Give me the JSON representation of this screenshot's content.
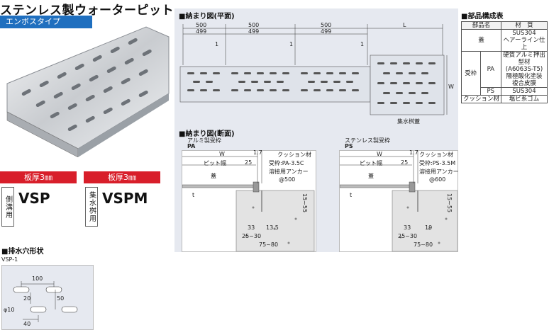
{
  "title": "ステンレス製ウォーターピット",
  "type_badge": "エンボスタイプ",
  "products": [
    {
      "thickness": "板厚3㎜",
      "category": "側溝用",
      "name": "VSP"
    },
    {
      "thickness": "板厚3㎜",
      "category": "集水桝用",
      "name": "VSPM"
    }
  ],
  "drain_hole": {
    "heading": "■排水穴形状",
    "model": "VSP-1",
    "dims": {
      "d100": "100",
      "d20": "20",
      "d50": "50",
      "d40": "40",
      "label_phi": "φ10"
    }
  },
  "plan_view": {
    "heading": "■納まり図(平面)",
    "spans": [
      {
        "top": "500",
        "bottom": "499"
      },
      {
        "top": "500",
        "bottom": "499"
      },
      {
        "top": "500",
        "bottom": "499"
      }
    ],
    "l_label": "L",
    "gap_label": "1",
    "w_label": "W",
    "basin_label": "集水桝蓋"
  },
  "section_view": {
    "heading": "■納まり図(断面)",
    "left": {
      "subtitle": "アルミ製受枠",
      "code": "PA",
      "w": "W",
      "dim17": "1.7",
      "pit_width": "ピット幅",
      "dim25": "25",
      "lid": "蓋",
      "t": "t",
      "cushion": "クッション材",
      "frame": "受枠:PA-3.5C",
      "anchor": "溶接用アンカー",
      "pitch": "@500",
      "dim15": "15~55",
      "dim33": "33",
      "dim135": "13.5",
      "dim2530": "25~30",
      "dim7580": "75~80"
    },
    "right": {
      "subtitle": "ステンレス製受枠",
      "code": "PS",
      "w": "W",
      "dim17": "1.7",
      "pit_width": "ピット幅",
      "dim25": "25",
      "lid": "蓋",
      "t": "t",
      "cushion": "クッション材",
      "frame": "受枠:PS-3.5M",
      "anchor": "溶接用アンカー",
      "pitch": "@600",
      "dim15": "15~55",
      "dim33": "33",
      "dim19": "19",
      "dim2530": "25~30",
      "dim7580": "75~80"
    }
  },
  "parts_table": {
    "heading": "■部品構成表",
    "headers": [
      "部品名",
      "材　質"
    ],
    "rows": [
      {
        "part": "蓋",
        "sub": "",
        "material": [
          "SUS304",
          "ヘアーライン仕上"
        ]
      },
      {
        "part": "受枠",
        "sub": "PA",
        "material": [
          "硬質アルミ押出型材",
          "(A6063S-T5)",
          "陽極酸化塗装",
          "複合皮膜"
        ]
      },
      {
        "part": "",
        "sub": "PS",
        "material": [
          "SUS304"
        ]
      },
      {
        "part": "クッション材",
        "sub": "",
        "material": [
          "塩ビ系ゴム"
        ]
      }
    ]
  },
  "colors": {
    "blue": "#1f6fbf",
    "red": "#d81e2a",
    "panel": "#e6e9f0"
  }
}
